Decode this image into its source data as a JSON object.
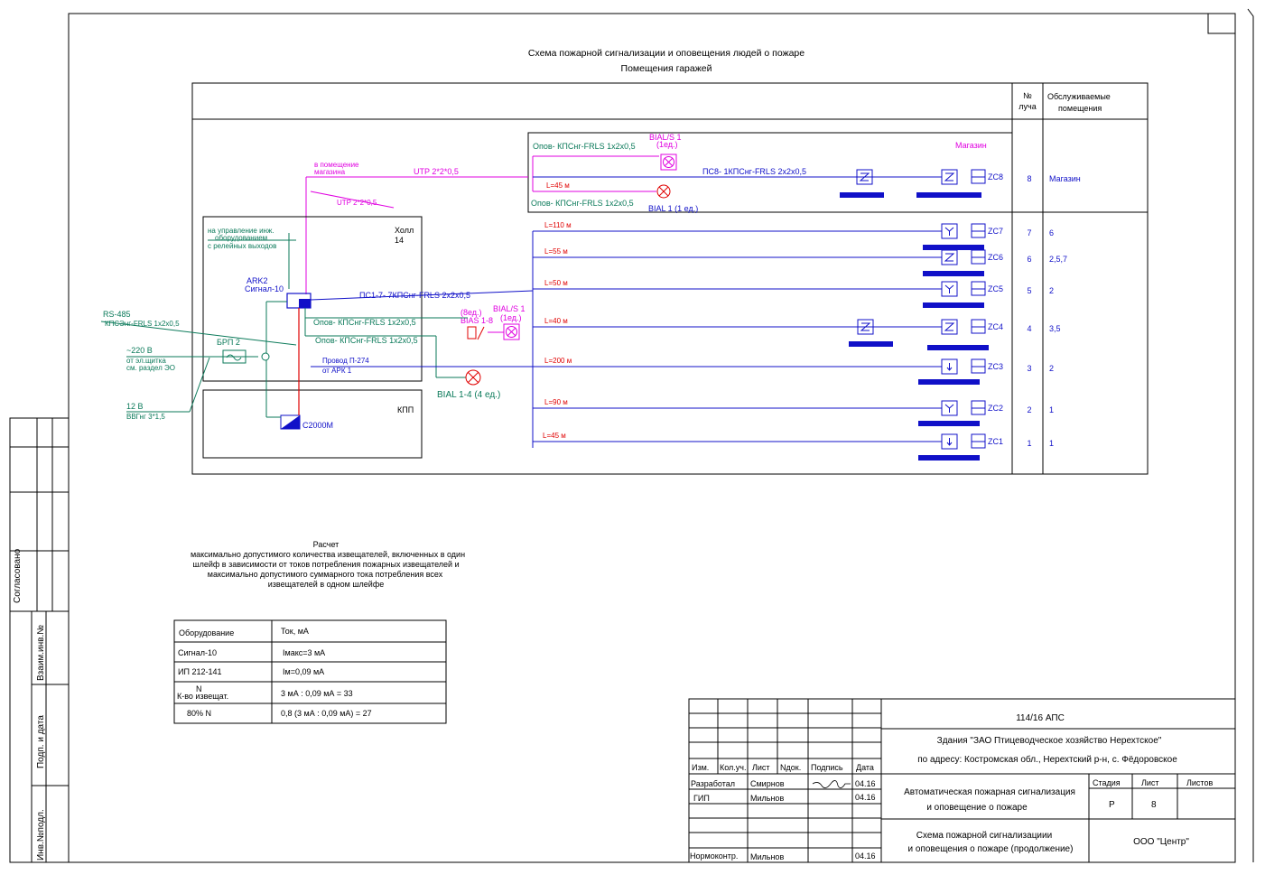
{
  "title": {
    "line1": "Схема пожарной сигнализации и оповещения людей о пожаре",
    "line2": "Помещения гаражей"
  },
  "table_header": {
    "ray_no_1": "№",
    "ray_no_2": "луча",
    "rooms_1": "Обслуживаемые",
    "rooms_2": "помещения"
  },
  "rays": [
    {
      "no": "8",
      "rooms": "Магазин",
      "zone": "ZC8",
      "length": "L=45 м"
    },
    {
      "no": "7",
      "rooms": "6",
      "zone": "ZC7",
      "length": "L=110 м"
    },
    {
      "no": "6",
      "rooms": "2,5,7",
      "zone": "ZC6",
      "length": "L=55 м"
    },
    {
      "no": "5",
      "rooms": "2",
      "zone": "ZC5",
      "length": "L=50 м"
    },
    {
      "no": "4",
      "rooms": "3,5",
      "zone": "ZC4",
      "length": "L=40 м"
    },
    {
      "no": "3",
      "rooms": "2",
      "zone": "ZC3",
      "length": "L=200 м"
    },
    {
      "no": "2",
      "rooms": "1",
      "zone": "ZC2",
      "length": "L=90 м"
    },
    {
      "no": "1",
      "rooms": "1",
      "zone": "ZC1",
      "length": "L=45 м"
    }
  ],
  "magazin": {
    "label": "Магазин",
    "opov1": "Опов- КПСнг-FRLS 1х2х0,5",
    "opov2": "Опов- КПСнг-FRLS 1х2х0,5",
    "bials_a": "BIAL/S 1",
    "bials_b": "(1ед.)",
    "bial_1": "BIAL 1 (1 ед.)",
    "ps8": "ПС8- 1КПСнг-FRLS 2х2х0,5",
    "utp1": "UTP 2*2*0,5",
    "utp2": "UTP 2*2*0,5",
    "to_mag_1": "в помещение",
    "to_mag_2": "магазина"
  },
  "hall": {
    "name": "Холл",
    "num": "14",
    "ctrl_1": "на управление инж.",
    "ctrl_2": "оборудованием",
    "ctrl_3": "с релейных выходов",
    "ark_1": "ARK2",
    "ark_2": "Сигнал-10",
    "ps17": "ПС1-7- 7КПСнг-FRLS 2х2х0,5",
    "opov_a": "Опов- КПСнг-FRLS 1х2х0,5",
    "opov_b": "Опов- КПСнг-FRLS 1х2х0,5",
    "wire_1": "Провод П-274",
    "wire_2": "от АРК 1",
    "brp": "БРП 2",
    "bias_1": "(8ед.)",
    "bias_2": "BIAS 1-8",
    "bials4_1": "BIAL/S 1",
    "bials4_2": "(1ед.)",
    "bial14": "BIAL 1-4 (4 ед.)"
  },
  "kpp": {
    "name": "КПП",
    "device": "С2000М"
  },
  "left": {
    "rs485": "RS-485",
    "rs485_cable": "КПСЭнг-FRLS 1х2х0,5",
    "v220": "~220 В",
    "v220_a": "от эл.щитка",
    "v220_b": "см. раздел ЭО",
    "v12": "12 В",
    "v12_cable": "ВВГнг 3*1,5"
  },
  "calc": {
    "h1": "Расчет",
    "h2": "максимально допустимого количества извещателей, включенных в один",
    "h3": "шлейф в зависимости от токов потребления пожарных извещателей и",
    "h4": "максимально допустимого суммарного тока потребления всех",
    "h5": "извещателей в одном шлейфе",
    "columns": [
      "Оборудование",
      "Ток, мА"
    ],
    "rows": [
      [
        "Сигнал-10",
        "Iмакс=3 мА"
      ],
      [
        "ИП 212-141",
        "Iм=0,09 мА"
      ],
      [
        "К-во извещат.",
        "3 мА : 0,09 мА = 33"
      ],
      [
        "80% N",
        "0,8 (3 мА : 0,09 мА) = 27"
      ]
    ],
    "n_mark": "N"
  },
  "side": {
    "agreed": "Согласовано",
    "inv1": "Взаим.инв.№",
    "sign_date": "Подп. и дата",
    "inv2": "Инв.№подл."
  },
  "stamp": {
    "code": "114/16 АПС",
    "obj_1": "Здания \"ЗАО Птицеводческое хозяйство Нерехтское\"",
    "obj_2": "по адресу: Костромская обл., Нерехтский р-н, с. Фёдоровское",
    "cols": [
      "Изм.",
      "Кол.уч.",
      "Лист",
      "Nдок.",
      "Подпись",
      "Дата"
    ],
    "r1_role": "Разработал",
    "r1_name": "Смирнов",
    "r1_date": "04.16",
    "r2_role": "ГИП",
    "r2_name": "Мильнов",
    "r2_date": "04.16",
    "r3_role": "Нормоконтр.",
    "r3_name": "Мильнов",
    "r3_date": "04.16",
    "system_1": "Автоматическая пожарная сигнализация",
    "system_2": "и оповещение о пожаре",
    "stage_h": "Стадия",
    "sheet_h": "Лист",
    "sheets_h": "Листов",
    "stage": "Р",
    "sheet": "8",
    "sheets": "",
    "sheet_title_1": "Схема  пожарной сигнализациии",
    "sheet_title_2": "и оповещения о пожаре (продолжение)",
    "company": "ООО  \"Центр\""
  }
}
